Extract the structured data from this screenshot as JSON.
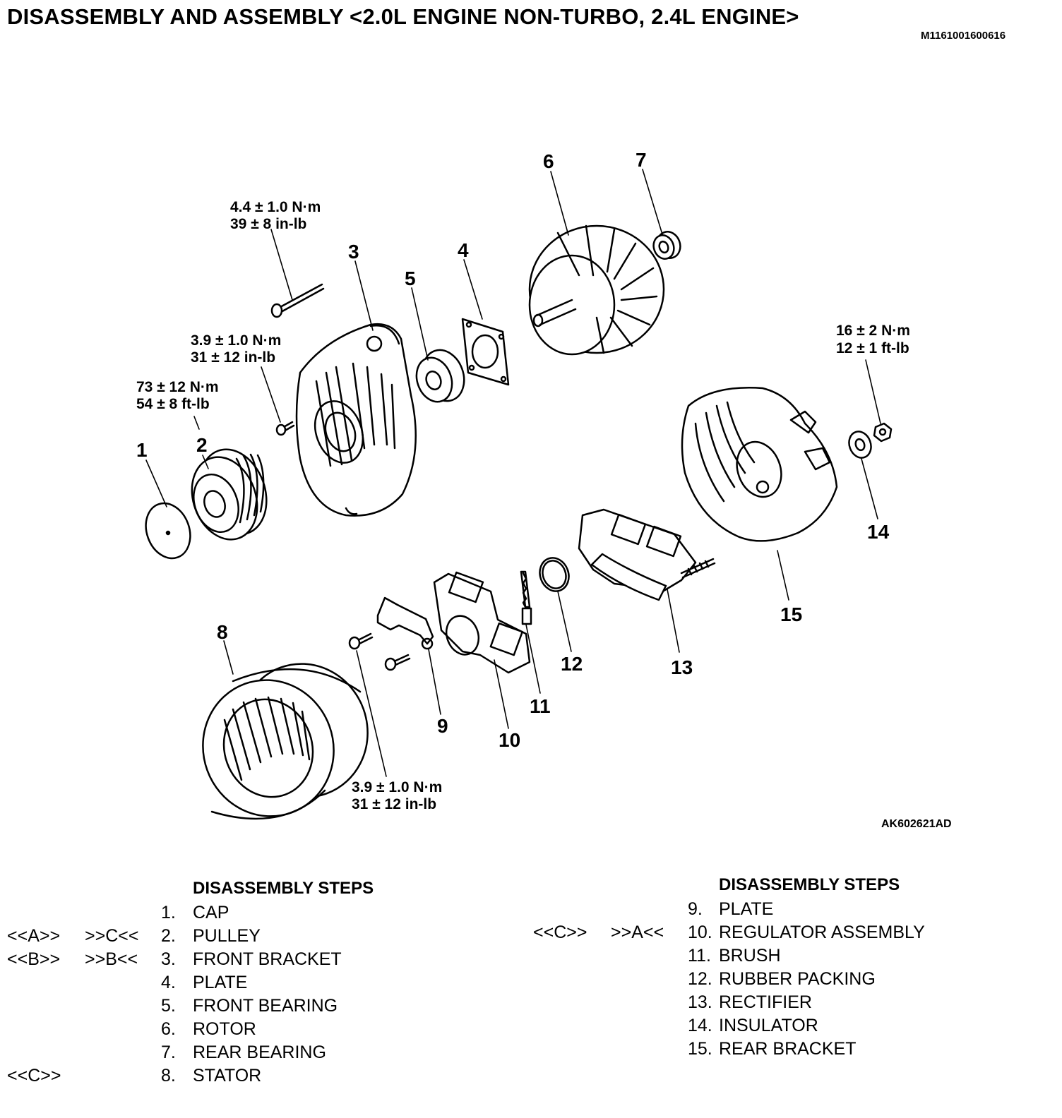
{
  "header": {
    "title": "DISASSEMBLY AND ASSEMBLY <2.0L ENGINE NON-TURBO, 2.4L ENGINE>",
    "doc_id": "M1161001600616"
  },
  "figure": {
    "id": "AK602621AD",
    "callouts": {
      "c1": "1",
      "c2": "2",
      "c3": "3",
      "c4": "4",
      "c5": "5",
      "c6": "6",
      "c7": "7",
      "c8": "8",
      "c9": "9",
      "c10": "10",
      "c11": "11",
      "c12": "12",
      "c13": "13",
      "c14": "14",
      "c15": "15"
    },
    "torques": {
      "bolt_long": [
        "4.4 ± 1.0 N·m",
        "39 ± 8 in-lb"
      ],
      "bolt_small": [
        "3.9 ± 1.0 N·m",
        "31 ± 12 in-lb"
      ],
      "pulley": [
        "73 ± 12 N·m",
        "54 ± 8 ft-lb"
      ],
      "nut": [
        "16 ± 2 N·m",
        "12 ± 1 ft-lb"
      ],
      "screws": [
        "3.9 ± 1.0 N·m",
        "31 ± 12 in-lb"
      ]
    }
  },
  "steps_left": {
    "heading": "DISASSEMBLY STEPS",
    "items": [
      {
        "a": "",
        "b": "",
        "num": "1.",
        "name": "CAP"
      },
      {
        "a": "<<A>>",
        "b": ">>C<<",
        "num": "2.",
        "name": "PULLEY"
      },
      {
        "a": "<<B>>",
        "b": ">>B<<",
        "num": "3.",
        "name": "FRONT BRACKET"
      },
      {
        "a": "",
        "b": "",
        "num": "4.",
        "name": "PLATE"
      },
      {
        "a": "",
        "b": "",
        "num": "5.",
        "name": "FRONT BEARING"
      },
      {
        "a": "",
        "b": "",
        "num": "6.",
        "name": "ROTOR"
      },
      {
        "a": "",
        "b": "",
        "num": "7.",
        "name": "REAR BEARING"
      },
      {
        "a": "<<C>>",
        "b": "",
        "num": "8.",
        "name": "STATOR"
      }
    ]
  },
  "steps_right": {
    "heading": "DISASSEMBLY STEPS",
    "items": [
      {
        "a": "",
        "b": "",
        "num": "9.",
        "name": "PLATE"
      },
      {
        "a": "<<C>>",
        "b": ">>A<<",
        "num": "10.",
        "name": "REGULATOR ASSEMBLY"
      },
      {
        "a": "",
        "b": "",
        "num": "11.",
        "name": "BRUSH"
      },
      {
        "a": "",
        "b": "",
        "num": "12.",
        "name": "RUBBER PACKING"
      },
      {
        "a": "",
        "b": "",
        "num": "13.",
        "name": "RECTIFIER"
      },
      {
        "a": "",
        "b": "",
        "num": "14.",
        "name": "INSULATOR"
      },
      {
        "a": "",
        "b": "",
        "num": "15.",
        "name": "REAR BRACKET"
      }
    ]
  }
}
